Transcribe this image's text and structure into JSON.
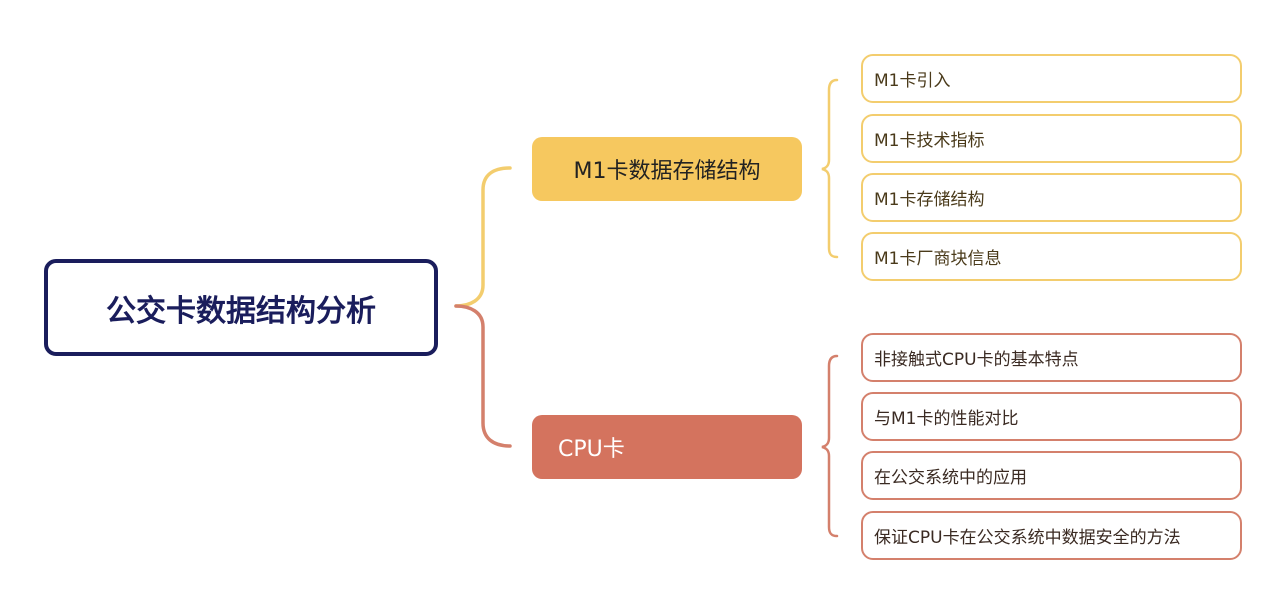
{
  "root": {
    "label": "公交卡数据结构分析"
  },
  "branches": [
    {
      "label": "M1卡数据存储结构",
      "color": "#f6c85f",
      "children": [
        "M1卡引入",
        "M1卡技术指标",
        "M1卡存储结构",
        "M1卡厂商块信息"
      ]
    },
    {
      "label": "CPU卡",
      "color": "#d4735e",
      "children": [
        "非接触式CPU卡的基本特点",
        "与M1卡的性能对比",
        "在公交系统中的应用",
        "保证CPU卡在公交系统中数据安全的方法"
      ]
    }
  ],
  "colors": {
    "root_border": "#1a1d5c",
    "m1": "#f6c85f",
    "cpu": "#d4735e"
  }
}
